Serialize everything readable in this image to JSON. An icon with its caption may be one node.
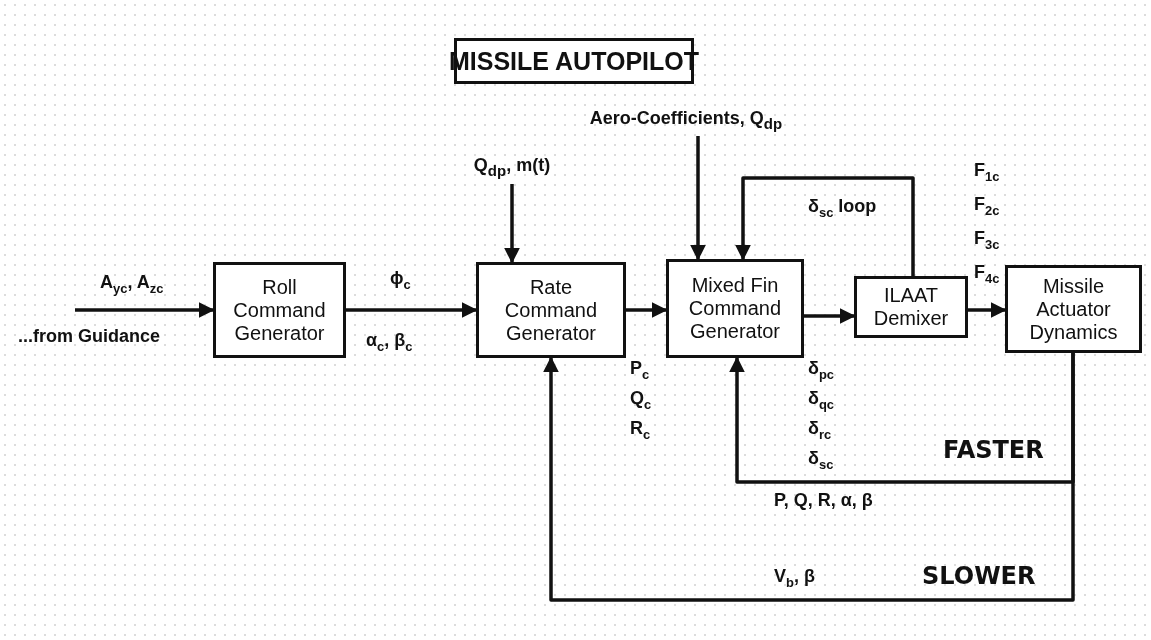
{
  "diagram": {
    "title": "MISSILE AUTOPILOT",
    "nodes": [
      {
        "text": [
          "Roll Command Generator"
        ]
      },
      {
        "text": [
          "Rate Command Generator"
        ]
      },
      {
        "text": [
          "Mixed Fin Command Generator"
        ]
      },
      {
        "text": [
          "ILAAT Demixer"
        ]
      },
      {
        "text": [
          "Missile Actuator Dynamics"
        ]
      },
      {
        "text": [
          "Q$_{dp}$, m(t)"
        ]
      },
      {
        "text": [
          "Aero-Coefficients, Q$_{dp}$"
        ]
      }
    ],
    "edges": [
      {
        "from": null,
        "to": 0,
        "arrow": "to"
      },
      {
        "from": 0,
        "to": 1,
        "arrow": "to"
      },
      {
        "from": 5,
        "to": 1,
        "arrow": "to"
      },
      {
        "from": 1,
        "to": 2,
        "arrow": "to"
      },
      {
        "from": 6,
        "to": 2,
        "arrow": "to"
      },
      {
        "from": 2,
        "to": 3,
        "arrow": "to"
      },
      {
        "from": 3,
        "to": 2,
        "arrow": "to"
      },
      {
        "from": 3,
        "to": 4,
        "arrow": "to"
      },
      {
        "from": 4,
        "to": 2,
        "arrow": "to"
      },
      {
        "from": 4,
        "to": 1,
        "arrow": "to"
      }
    ],
    "labels": [
      "A$_{yc}$, A$_{zc}$",
      "...from Guidance",
      "ϕ$_{c}$",
      "α$_{c}$,  β$_{c}$",
      "P$_{c}$",
      "Q$_{c}$",
      "R$_{c}$",
      "F$_{1c}$",
      "F$_{2c}$",
      "F$_{3c}$",
      "F$_{4c}$",
      "δ$_{sc}$ loop",
      "δ$_{pc}$",
      "δ$_{qc}$",
      "δ$_{rc}$",
      "δ$_{sc}$",
      "FASTER",
      "P, Q, R, α, β",
      "V$_{b}$, β",
      "SLOWER"
    ]
  }
}
